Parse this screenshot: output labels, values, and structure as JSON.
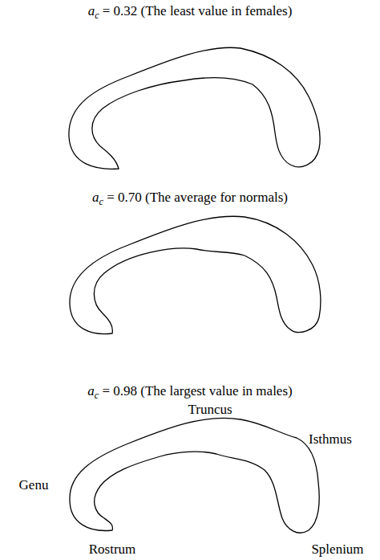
{
  "diagram": {
    "labels": [
      "ac = 0.32 (The least value in females)",
      "ac = 0.70 (The average for normals)",
      "ac = 0.98 (The largest value in males)",
      "Truncus",
      "Isthmus",
      "Genu",
      "Rostrum",
      "Splenium"
    ]
  }
}
